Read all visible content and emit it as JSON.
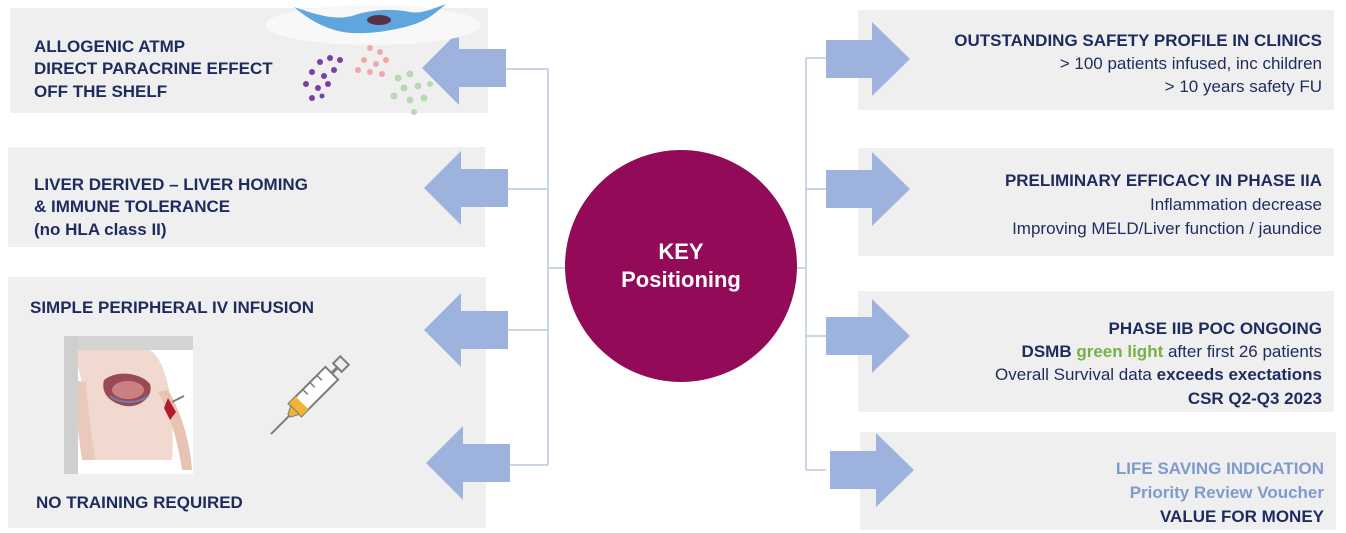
{
  "center": {
    "line1": "KEY",
    "line2": "Positioning"
  },
  "left": {
    "box1": {
      "lines": [
        "ALLOGENIC ATMP",
        "DIRECT PARACRINE EFFECT",
        "OFF THE SHELF"
      ]
    },
    "box2": {
      "lines": [
        "LIVER DERIVED – LIVER HOMING",
        "& IMMUNE TOLERANCE",
        "(no HLA class II)"
      ]
    },
    "box3": {
      "title": "SIMPLE PERIPHERAL IV INFUSION",
      "footer": "NO TRAINING REQUIRED"
    }
  },
  "right": {
    "box1": {
      "title": "OUTSTANDING SAFETY PROFILE  IN CLINICS",
      "lines": [
        "> 100 patients infused, inc children",
        "> 10 years safety FU"
      ]
    },
    "box2": {
      "title": "PRELIMINARY EFFICACY IN PHASE IIA",
      "lines": [
        "Inflammation decrease",
        "Improving MELD/Liver function / jaundice"
      ]
    },
    "box3": {
      "title": "PHASE IIB POC ONGOING",
      "dsmb_a": "DSMB",
      "dsmb_b": "green light",
      "dsmb_c": " after first 26 patients",
      "os_a": "Overall Survival data ",
      "os_b": "exceeds exectations",
      "csr": "CSR Q2-Q3 2023"
    },
    "box4": {
      "lines": [
        "LIFE SAVING INDICATION",
        "Priority Review Voucher",
        "VALUE FOR MONEY"
      ]
    }
  },
  "colors": {
    "circle": "#930a59",
    "arrow": "#9db2dd",
    "box": "#efeff0",
    "navy": "#1e2b5e",
    "light_blue": "#7f9bcd",
    "green": "#76b144"
  }
}
